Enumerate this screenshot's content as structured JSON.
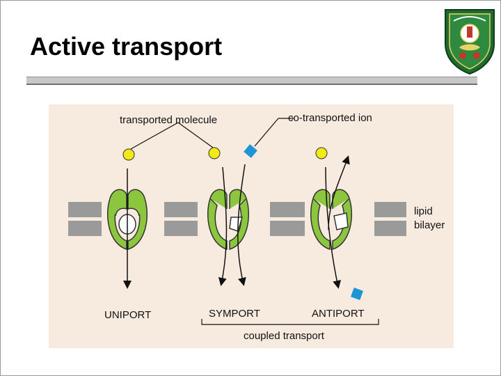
{
  "slide": {
    "title": "Active transport"
  },
  "figure": {
    "labels": {
      "transported_molecule": "transported molecule",
      "co_transported_ion": "co-transported ion",
      "lipid": "lipid",
      "bilayer": "bilayer",
      "uniport": "UNIPORT",
      "symport": "SYMPORT",
      "antiport": "ANTIPORT",
      "coupled_transport": "coupled transport"
    },
    "colors": {
      "carrier_protein": "#8cc63f",
      "transported_molecule": "#f2ea17",
      "co_transported_ion": "#1e96d6",
      "membrane": "#9a9a9a",
      "background": "#f7eadf"
    }
  },
  "logo": {
    "icon": "university-crest-icon",
    "color": "#1f6b2e"
  }
}
